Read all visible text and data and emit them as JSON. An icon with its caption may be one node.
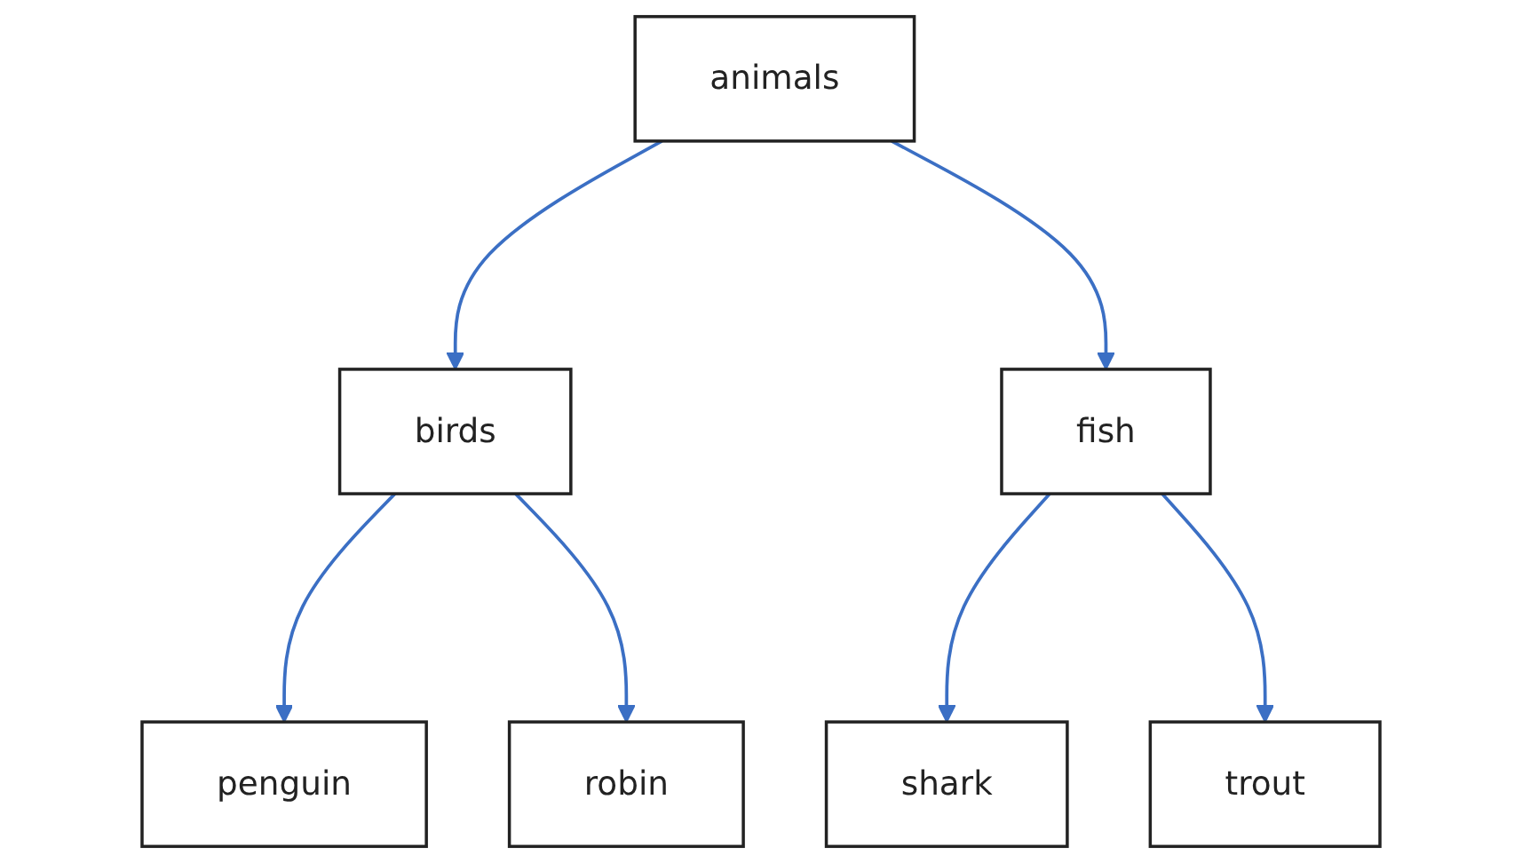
{
  "diagram": {
    "nodes": [
      {
        "text": [
          "animals"
        ]
      },
      {
        "text": [
          "birds"
        ]
      },
      {
        "text": [
          "fish"
        ]
      },
      {
        "text": [
          "penguin"
        ]
      },
      {
        "text": [
          "robin"
        ]
      },
      {
        "text": [
          "shark"
        ]
      },
      {
        "text": [
          "trout"
        ]
      }
    ],
    "edges": [
      {
        "from": 0,
        "to": 1,
        "arrow": "to"
      },
      {
        "from": 0,
        "to": 2,
        "arrow": "to"
      },
      {
        "from": 1,
        "to": 3,
        "arrow": "to"
      },
      {
        "from": 1,
        "to": 4,
        "arrow": "to"
      },
      {
        "from": 2,
        "to": 5,
        "arrow": "to"
      },
      {
        "from": 2,
        "to": 6,
        "arrow": "to"
      }
    ]
  }
}
